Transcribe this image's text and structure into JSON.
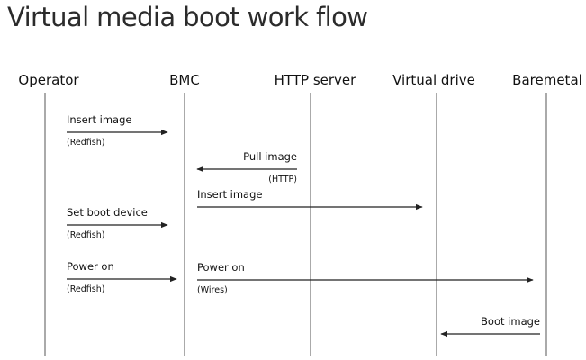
{
  "title": "Virtual media boot work flow",
  "actors": [
    {
      "name": "Operator"
    },
    {
      "name": "BMC"
    },
    {
      "name": "HTTP server"
    },
    {
      "name": "Virtual drive"
    },
    {
      "name": "Baremetal"
    }
  ],
  "messages": [
    {
      "from": 0,
      "to": 1,
      "label": "Insert image",
      "sub": "(Redfish)"
    },
    {
      "from": 2,
      "to": 1,
      "label": "Pull image",
      "sub": "(HTTP)"
    },
    {
      "from": 1,
      "to": 3,
      "label": "Insert image",
      "sub": ""
    },
    {
      "from": 0,
      "to": 1,
      "label": "Set boot device",
      "sub": "(Redfish)"
    },
    {
      "from": 0,
      "to": 1,
      "label": "Power on",
      "sub": "(Redfish)"
    },
    {
      "from": 1,
      "to": 4,
      "label": "Power on",
      "sub": "(Wires)"
    },
    {
      "from": 4,
      "to": 3,
      "label": "Boot image",
      "sub": ""
    }
  ],
  "colors": {
    "line": "#222222",
    "lifeline": "#555555",
    "title": "#2b2b2b"
  }
}
